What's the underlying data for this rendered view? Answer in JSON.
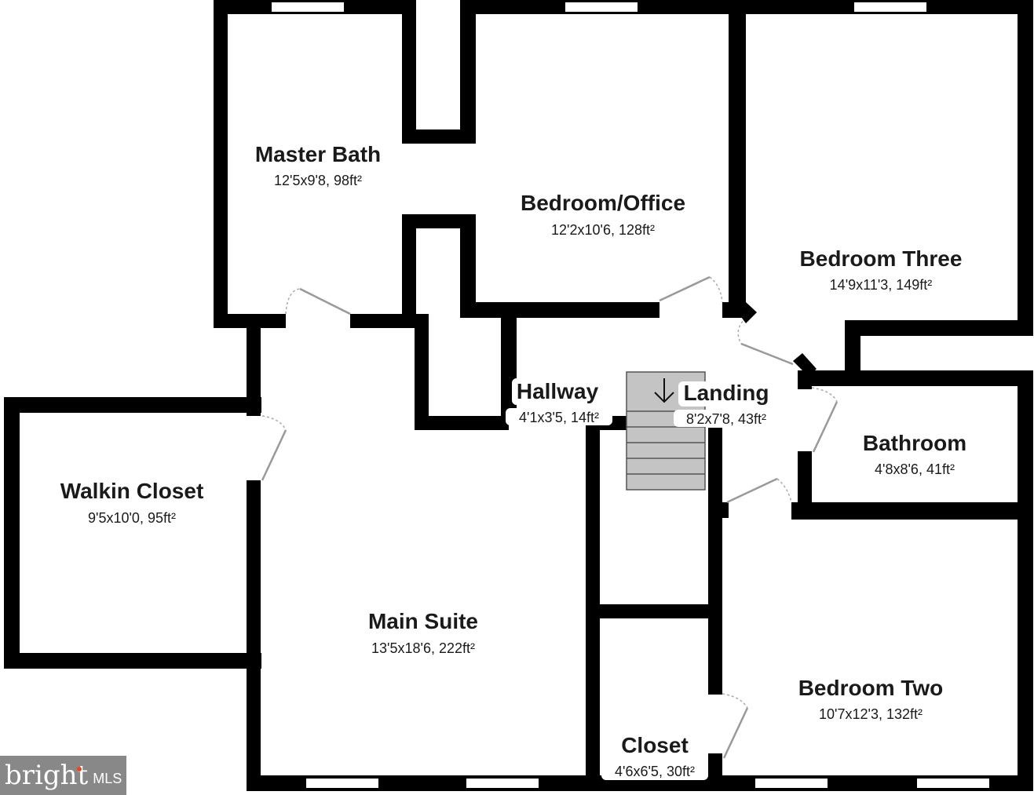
{
  "rooms": {
    "master_bath": {
      "name": "Master Bath",
      "dims": "12'5x9'8, 98ft²"
    },
    "bedroom_office": {
      "name": "Bedroom/Office",
      "dims": "12'2x10'6, 128ft²"
    },
    "bedroom_three": {
      "name": "Bedroom Three",
      "dims": "14'9x11'3, 149ft²"
    },
    "hallway": {
      "name": "Hallway",
      "dims": "4'1x3'5, 14ft²"
    },
    "landing": {
      "name": "Landing",
      "dims": "8'2x7'8, 43ft²"
    },
    "bathroom": {
      "name": "Bathroom",
      "dims": "4'8x8'6, 41ft²"
    },
    "walkin_closet": {
      "name": "Walkin Closet",
      "dims": "9'5x10'0, 95ft²"
    },
    "main_suite": {
      "name": "Main Suite",
      "dims": "13'5x18'6, 222ft²"
    },
    "bedroom_two": {
      "name": "Bedroom Two",
      "dims": "10'7x12'3, 132ft²"
    },
    "closet": {
      "name": "Closet",
      "dims": "4'6x6'5, 30ft²"
    }
  },
  "stairs": {
    "direction_icon": "arrow-down-icon",
    "color": "#c4c4c4"
  },
  "watermark": {
    "brand": "bright",
    "suffix": "MLS",
    "accent": "#e8461e"
  }
}
